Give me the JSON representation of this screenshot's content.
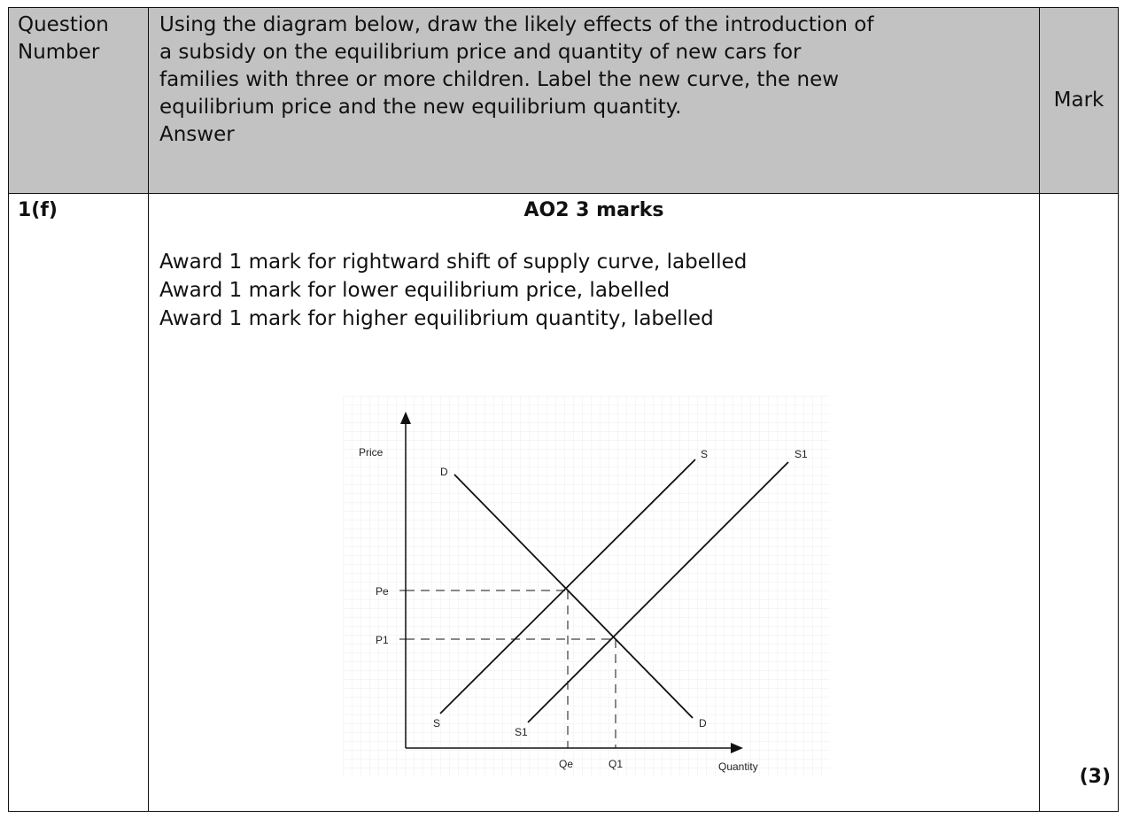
{
  "header": {
    "col1": "Question Number",
    "col2_lines": [
      "Using the diagram below, draw the likely effects of the introduction of",
      "a subsidy on the equilibrium price and quantity of new cars for",
      "families with three or more children. Label the new curve, the new",
      "equilibrium price and the new equilibrium quantity."
    ],
    "col2_answer": "Answer",
    "col3": "Mark"
  },
  "row": {
    "question_number": "1(f)",
    "ao_heading": "AO2 3 marks",
    "award_lines": [
      "Award 1 mark for rightward shift of supply curve, labelled",
      "Award 1 mark for lower equilibrium price, labelled",
      "Award 1 mark for higher equilibrium quantity, labelled"
    ],
    "marks": "(3)"
  },
  "diagram": {
    "y_axis_label": "Price",
    "x_axis_label": "Quantity",
    "demand_label_top": "D",
    "demand_label_bottom": "D",
    "supply_label_top": "S",
    "supply_label_bottom": "S",
    "supply_new_label_top": "S1",
    "supply_new_label_bottom": "S1",
    "price_original": "Pe",
    "price_new": "P1",
    "quantity_original": "Qe",
    "quantity_new": "Q1"
  }
}
